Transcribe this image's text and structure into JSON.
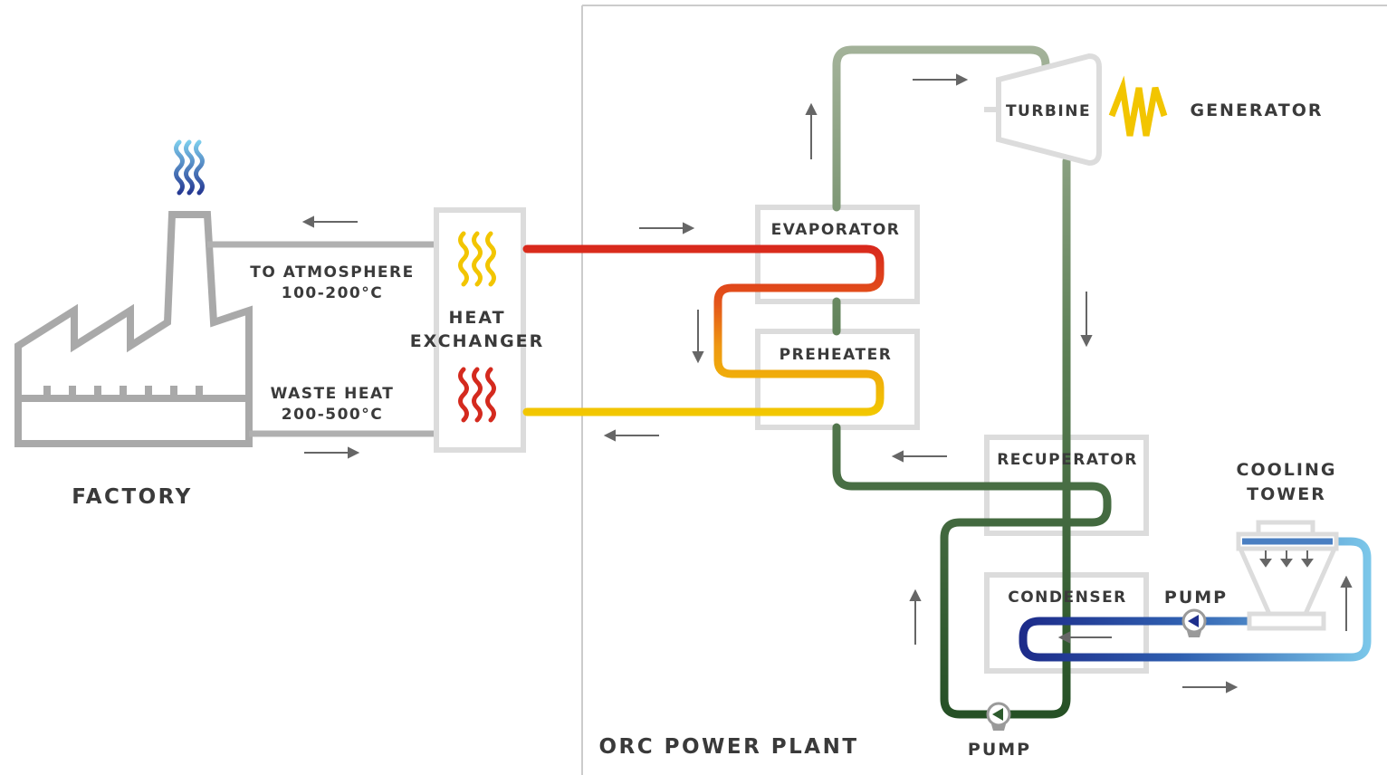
{
  "factory": {
    "label": "FACTORY"
  },
  "exhaust": {
    "line1": "TO ATMOSPHERE",
    "line2": "100-200°C"
  },
  "waste_heat": {
    "line1": "WASTE HEAT",
    "line2": "200-500°C"
  },
  "heat_exchanger": {
    "line1": "HEAT",
    "line2": "EXCHANGER"
  },
  "evaporator": {
    "label": "EVAPORATOR"
  },
  "preheater": {
    "label": "PREHEATER"
  },
  "turbine": {
    "label": "TURBINE"
  },
  "generator": {
    "label": "GENERATOR"
  },
  "recuperator": {
    "label": "RECUPERATOR"
  },
  "condenser": {
    "label": "CONDENSER"
  },
  "cooling_tower": {
    "line1": "COOLING",
    "line2": "TOWER"
  },
  "pump_cooling": {
    "label": "PUMP"
  },
  "pump_main": {
    "label": "PUMP"
  },
  "plant": {
    "label": "ORC POWER PLANT"
  },
  "colors": {
    "hot": "#d42a1e",
    "warm": "#e87a10",
    "yellow": "#f2c500",
    "orc_light": "#a0b096",
    "orc_dark": "#2d5a2d",
    "cold_dark": "#1e2f8c",
    "cold_light": "#6ec0e6",
    "frame": "#c4c4c4",
    "factory": "#a9a9a9"
  }
}
